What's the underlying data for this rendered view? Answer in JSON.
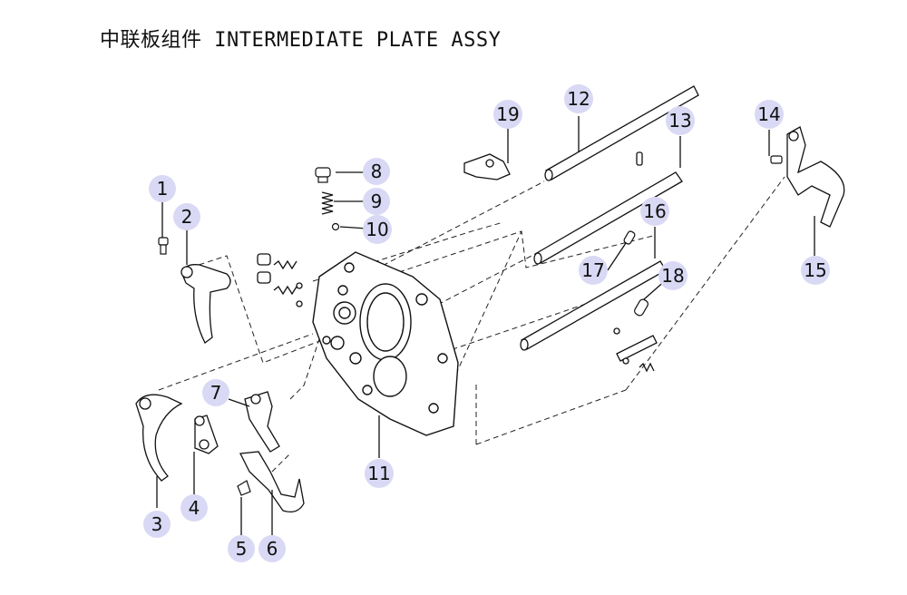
{
  "title": "中联板组件 INTERMEDIATE PLATE ASSY",
  "colors": {
    "callout_fill": "#d9d9f5",
    "line": "#111111"
  },
  "parts": [
    {
      "num": "1"
    },
    {
      "num": "2"
    },
    {
      "num": "3"
    },
    {
      "num": "4"
    },
    {
      "num": "5"
    },
    {
      "num": "6"
    },
    {
      "num": "7"
    },
    {
      "num": "8"
    },
    {
      "num": "9"
    },
    {
      "num": "10"
    },
    {
      "num": "11"
    },
    {
      "num": "12"
    },
    {
      "num": "13"
    },
    {
      "num": "14"
    },
    {
      "num": "15"
    },
    {
      "num": "16"
    },
    {
      "num": "17"
    },
    {
      "num": "18"
    },
    {
      "num": "19"
    }
  ]
}
